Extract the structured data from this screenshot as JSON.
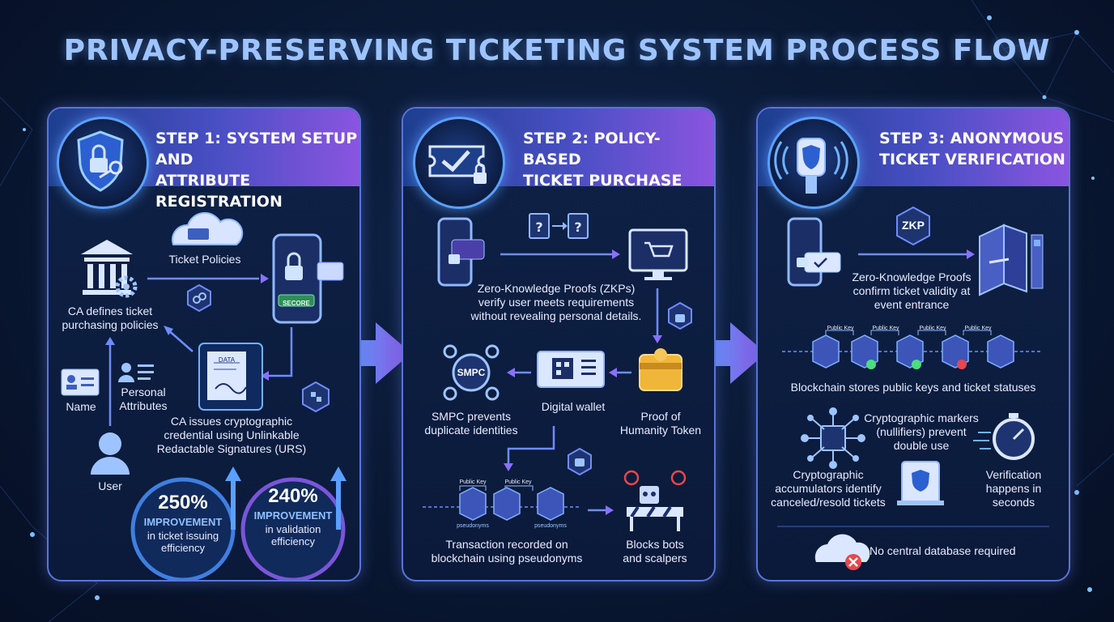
{
  "title": "PRIVACY-PRESERVING TICKETING SYSTEM PROCESS FLOW",
  "colors": {
    "accent_blue": "#5aa0ff",
    "accent_purple": "#8a55e0",
    "panel_border": "#5a74d8",
    "check_green": "#4ade80",
    "error_red": "#e5484d"
  },
  "step1": {
    "title_line1": "STEP 1: SYSTEM SETUP AND",
    "title_line2": "ATTRIBUTE REGISTRATION",
    "ticket_policies": "Ticket Policies",
    "ca_defines": "CA defines ticket purchasing policies",
    "name": "Name",
    "personal_attributes": "Personal Attributes",
    "user": "User",
    "secore": "SECORE",
    "data": "DATA",
    "ca_issues": "CA issues cryptographic credential using Unlinkable Redactable Signatures (URS)",
    "stat1_value": "250%",
    "stat1_label": "IMPROVEMENT",
    "stat1_desc": "in ticket issuing efficiency",
    "stat2_value": "240%",
    "stat2_label": "IMPROVEMENT",
    "stat2_desc": "in validation efficiency"
  },
  "step2": {
    "title_line1": "STEP 2: POLICY-BASED",
    "title_line2": "TICKET PURCHASE",
    "zkp_text": "Zero-Knowledge Proofs (ZKPs) verify user meets requirements without revealing personal details.",
    "smpc": "SMPC",
    "smpc_text": "SMPC prevents duplicate identities",
    "digital_wallet": "Digital wallet",
    "proof_token": "Proof of Humanity Token",
    "public_key": "Public Key",
    "pseudonyms": "pseudonyms",
    "transaction": "Transaction recorded on blockchain using pseudonyms",
    "blocks_bots": "Blocks bots and scalpers"
  },
  "step3": {
    "title_line1": "STEP 3: ANONYMOUS",
    "title_line2": "TICKET VERIFICATION",
    "zkp": "ZKP",
    "zkp_text": "Zero-Knowledge Proofs confirm ticket validity at event entrance",
    "public_key": "Public Key",
    "blockchain": "Blockchain stores public keys and ticket statuses",
    "markers": "Cryptographic markers (nullifiers) prevent double use",
    "accumulators": "Cryptographic accumulators identify canceled/resold tickets",
    "verification": "Verification happens in seconds",
    "no_db": "No central database required"
  },
  "icons": [
    "shield-lock-icon",
    "key-icon",
    "ticket-check-icon",
    "padlock-icon",
    "scanner-icon",
    "cloud-ticket-icon",
    "bank-icon",
    "gear-icon",
    "link-icon",
    "phone-lock-icon",
    "id-card-icon",
    "person-icon",
    "document-signature-icon",
    "cubes-icon",
    "question-icon",
    "cart-monitor-icon",
    "wallet-icon",
    "qr-ticket-icon",
    "robot-block-icon",
    "turnstile-icon",
    "chip-icon",
    "stopwatch-icon",
    "cloud-x-icon"
  ]
}
